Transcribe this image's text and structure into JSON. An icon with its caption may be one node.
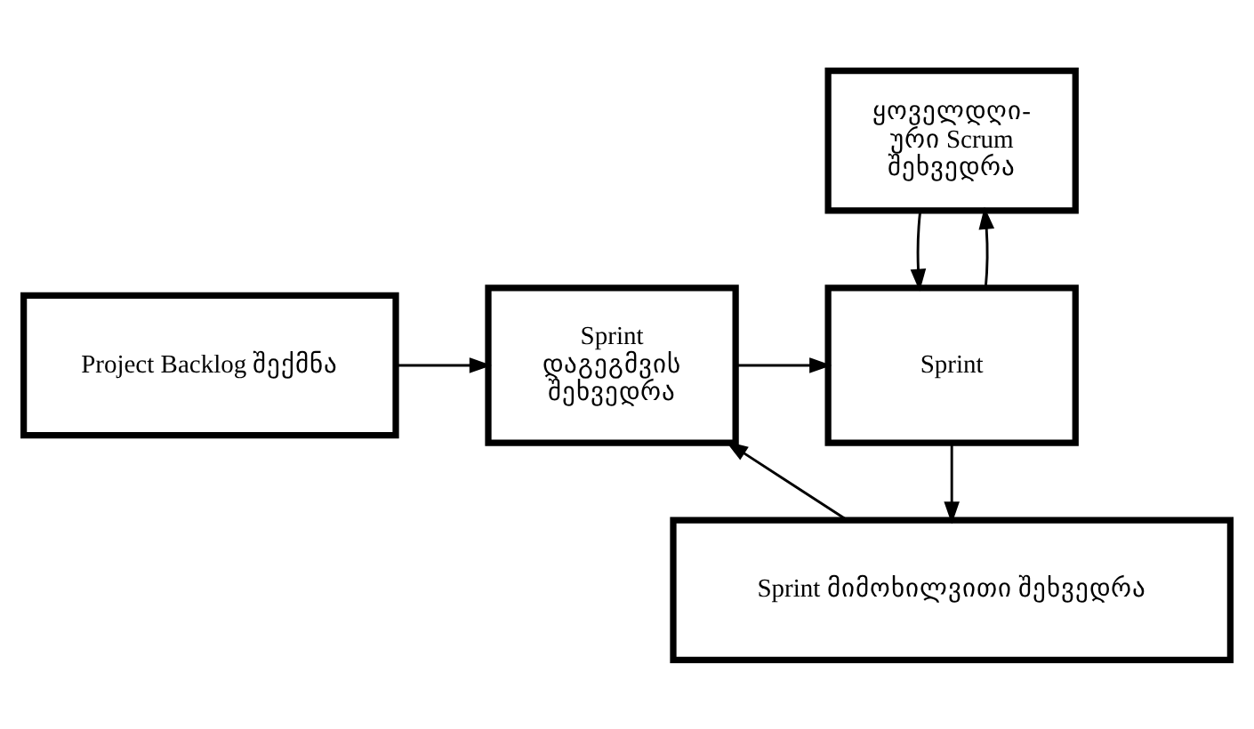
{
  "diagram": {
    "nodes": [
      {
        "text": [
          "Project Backlog შექმნა"
        ]
      },
      {
        "text": [
          "Sprint დაგეგმვის შეხვედრა"
        ]
      },
      {
        "text": [
          "Sprint"
        ]
      },
      {
        "text": [
          "ყოველდღი- ური Scrum შეხვედრა"
        ]
      },
      {
        "text": [
          "Sprint მიმოხილვითი შეხვედრა"
        ]
      }
    ],
    "edges": [
      {
        "from": 0,
        "to": 1,
        "arrow": "to"
      },
      {
        "from": 1,
        "to": 2,
        "arrow": "to"
      },
      {
        "from": 2,
        "to": 3,
        "arrow": "to"
      },
      {
        "from": 3,
        "to": 2,
        "arrow": "to"
      },
      {
        "from": 2,
        "to": 4,
        "arrow": "to"
      },
      {
        "from": 4,
        "to": 1,
        "arrow": "to"
      }
    ]
  }
}
